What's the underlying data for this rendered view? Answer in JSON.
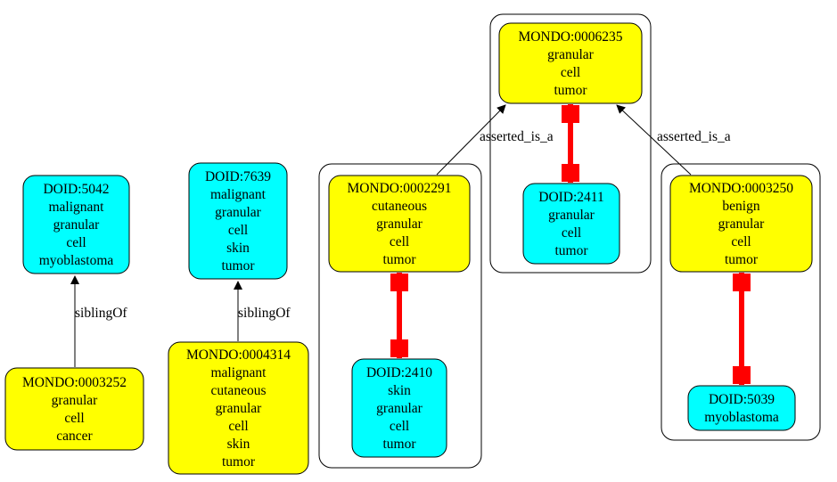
{
  "nodes": [
    {
      "id": "n_doid5042",
      "kind": "doid",
      "lines": [
        "DOID:5042",
        "malignant",
        "granular",
        "cell",
        "myoblastoma"
      ]
    },
    {
      "id": "n_mondo3252",
      "kind": "mondo",
      "lines": [
        "MONDO:0003252",
        "granular",
        "cell",
        "cancer"
      ]
    },
    {
      "id": "n_doid7639",
      "kind": "doid",
      "lines": [
        "DOID:7639",
        "malignant",
        "granular",
        "cell",
        "skin",
        "tumor"
      ]
    },
    {
      "id": "n_mondo4314",
      "kind": "mondo",
      "lines": [
        "MONDO:0004314",
        "malignant",
        "cutaneous",
        "granular",
        "cell",
        "skin",
        "tumor"
      ]
    },
    {
      "id": "n_mondo2291",
      "kind": "mondo",
      "lines": [
        "MONDO:0002291",
        "cutaneous",
        "granular",
        "cell",
        "tumor"
      ]
    },
    {
      "id": "n_doid2410",
      "kind": "doid",
      "lines": [
        "DOID:2410",
        "skin",
        "granular",
        "cell",
        "tumor"
      ]
    },
    {
      "id": "n_mondo6235",
      "kind": "mondo",
      "lines": [
        "MONDO:0006235",
        "granular",
        "cell",
        "tumor"
      ]
    },
    {
      "id": "n_doid2411",
      "kind": "doid",
      "lines": [
        "DOID:2411",
        "granular",
        "cell",
        "tumor"
      ]
    },
    {
      "id": "n_mondo3250",
      "kind": "mondo",
      "lines": [
        "MONDO:0003250",
        "benign",
        "granular",
        "cell",
        "tumor"
      ]
    },
    {
      "id": "n_doid5039",
      "kind": "doid",
      "lines": [
        "DOID:5039",
        "myoblastoma"
      ]
    }
  ],
  "edges": [
    {
      "id": "e1",
      "from": "n_mondo3252",
      "to": "n_doid5042",
      "label": "siblingOf",
      "style": "arrow"
    },
    {
      "id": "e2",
      "from": "n_mondo4314",
      "to": "n_doid7639",
      "label": "siblingOf",
      "style": "arrow"
    },
    {
      "id": "e3",
      "from": "n_mondo2291",
      "to": "n_mondo6235",
      "label": "asserted_is_a",
      "style": "arrow"
    },
    {
      "id": "e4",
      "from": "n_mondo3250",
      "to": "n_mondo6235",
      "label": "asserted_is_a",
      "style": "arrow"
    },
    {
      "id": "e5",
      "from": "n_mondo2291",
      "to": "n_doid2410",
      "label": "",
      "style": "equivalent"
    },
    {
      "id": "e6",
      "from": "n_mondo6235",
      "to": "n_doid2411",
      "label": "",
      "style": "equivalent"
    },
    {
      "id": "e7",
      "from": "n_mondo3250",
      "to": "n_doid5039",
      "label": "",
      "style": "equivalent"
    }
  ],
  "colors": {
    "doid_fill": "#00ffff",
    "mondo_fill": "#ffff00",
    "equivalence_edge": "#ff0000",
    "edge": "#000000",
    "background": "#ffffff"
  }
}
